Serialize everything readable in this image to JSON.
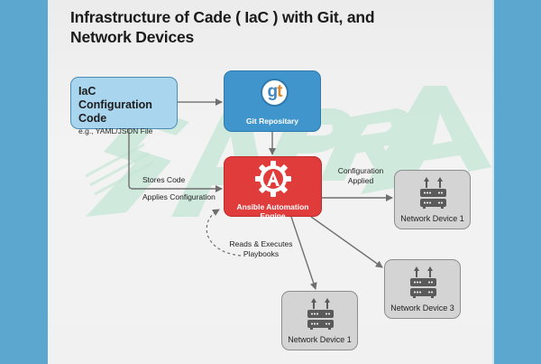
{
  "title": "Infrastructure of Cade ( IaC ) with Git,  and Network Devices",
  "watermark": "SAPRA",
  "colors": {
    "frame": "#5ca7cf",
    "iac_fill": "#a9d6ee",
    "git_fill": "#3f95cc",
    "ansible_fill": "#e13c3c",
    "device_fill": "#d4d4d4",
    "watermark": "#bfe3d2",
    "connector": "#6f6f6f"
  },
  "nodes": {
    "iac": {
      "title": "IaC Configuration Code",
      "subtitle": "e.g., YAML/JSON File"
    },
    "git": {
      "logo_g": "g",
      "logo_t": "t",
      "label": "Git Repositary",
      "icon": "git-logo-icon"
    },
    "ansible": {
      "label": "Ansible Automation Engine",
      "icon": "ansible-gear-icon"
    },
    "devices": [
      {
        "label": "Network Device 1",
        "icon": "router-icon"
      },
      {
        "label": "Network Device 1",
        "icon": "router-icon"
      },
      {
        "label": "Network Device 3",
        "icon": "router-icon"
      }
    ]
  },
  "edge_labels": {
    "stores_code": "Stores Code",
    "applies_configuration": "Applies Configuration",
    "configuration_applied_line1": "Configuration",
    "configuration_applied_line2": "Applied",
    "reads_executes_line1": "Reads & Executes",
    "reads_executes_line2": "Playbooks"
  }
}
